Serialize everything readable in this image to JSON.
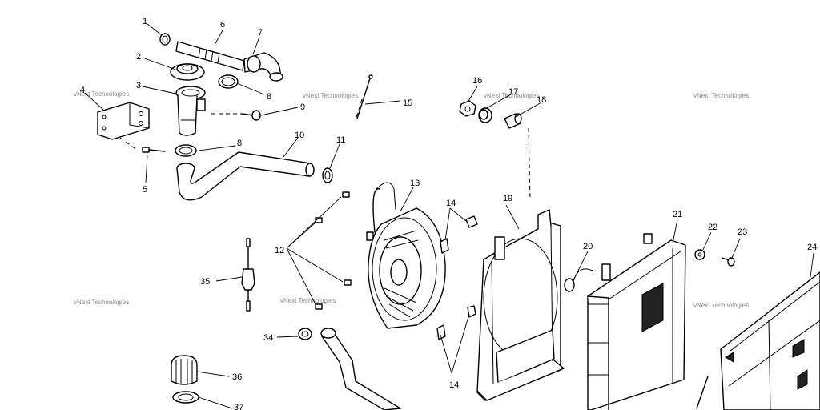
{
  "watermark": "vNext Technologies",
  "callouts": {
    "c1": "1",
    "c2": "2",
    "c3": "3",
    "c4": "4",
    "c5": "5",
    "c6": "6",
    "c7": "7",
    "c8a": "8",
    "c8b": "8",
    "c9": "9",
    "c10": "10",
    "c11": "11",
    "c12": "12",
    "c13": "13",
    "c14a": "14",
    "c14b": "14",
    "c15": "15",
    "c16": "16",
    "c17": "17",
    "c18": "18",
    "c19": "19",
    "c20": "20",
    "c21": "21",
    "c22": "22",
    "c23": "23",
    "c24": "24",
    "c34": "34",
    "c35": "35",
    "c36": "36",
    "c37": "37"
  }
}
